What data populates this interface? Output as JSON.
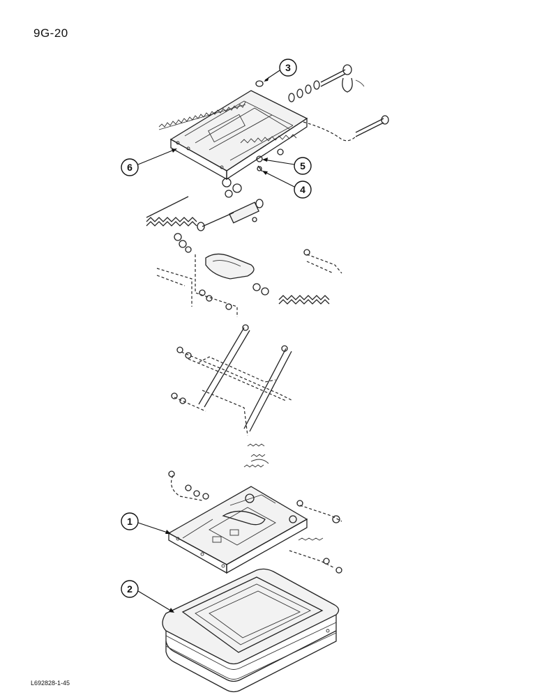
{
  "page": {
    "number": "9G-20",
    "figure_code": "L692828-1-45"
  },
  "callouts": [
    {
      "label": "1"
    },
    {
      "label": "2"
    },
    {
      "label": "3"
    },
    {
      "label": "4"
    },
    {
      "label": "5"
    },
    {
      "label": "6"
    }
  ],
  "style": {
    "line_color": "#222222",
    "background": "#ffffff"
  }
}
